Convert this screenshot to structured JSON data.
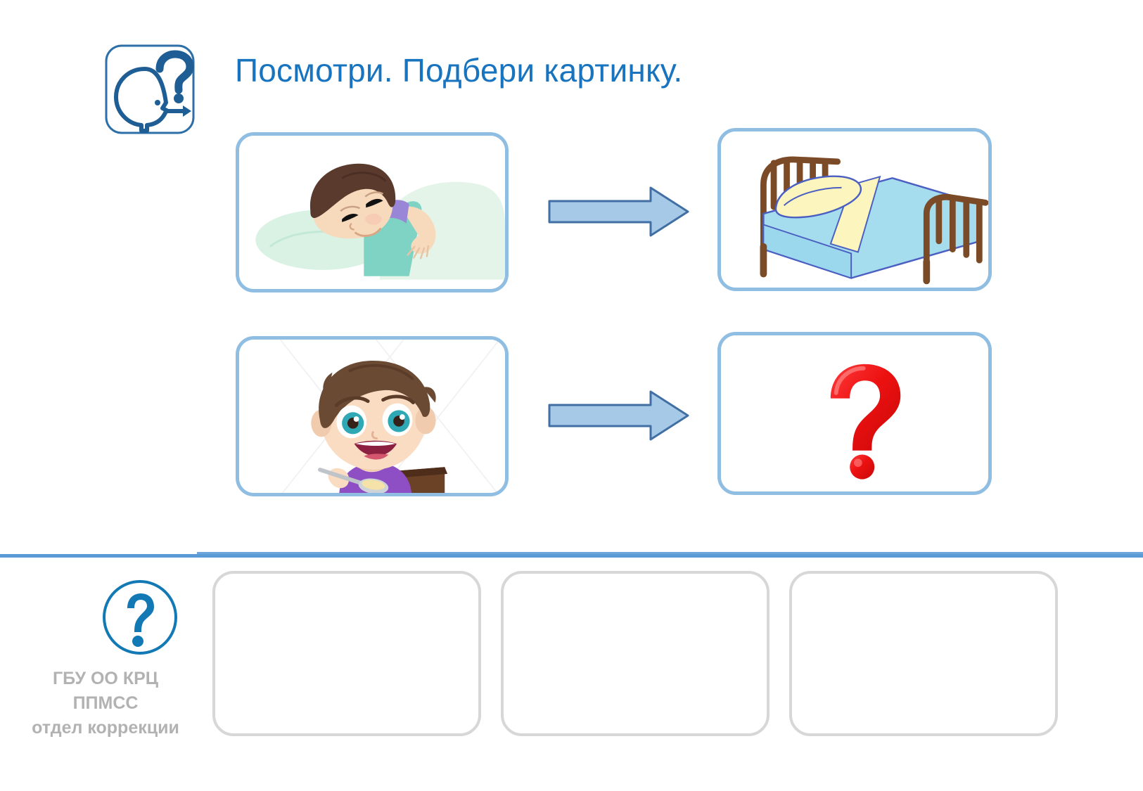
{
  "page": {
    "title": "Посмотри. Подбери картинку.",
    "background_color": "#FFFFFF",
    "title_color": "#1874BF",
    "card_border_color": "#8FBEE2",
    "arrow_fill_color": "#A6C9E8",
    "arrow_stroke_color": "#416FA4",
    "divider_color": "#5B9BD5",
    "slot_border_color": "#D7D7D7",
    "brand_color": "#B2B2B2",
    "logo_color": "#1379B5"
  },
  "task_icon": {
    "name": "look-and-think-icon",
    "description": "Профиль головы со знаком вопроса и стрелкой",
    "color": "#1E5E94"
  },
  "rows": [
    {
      "id": "row-1",
      "source": {
        "name": "sleeping-boy-picture",
        "alt": "Мальчик спит на подушке под одеялом",
        "colors": {
          "hair": "#5B3A2E",
          "skin": "#F7D9BC",
          "pillow": "#D9F2E4",
          "blanket": "#E4F4E8",
          "sheet": "#7FD3C4",
          "sleeve": "#9A86D6"
        }
      },
      "arrow": {
        "name": "arrow-right-row-1",
        "direction": "right"
      },
      "target": {
        "name": "bed-picture",
        "alt": "Кровать с голубым постельным бельём и жёлтой подушкой",
        "colors": {
          "frame": "#7B4A26",
          "bedding": "#A5DDEF",
          "pillow": "#FCF5BE",
          "outline": "#4A5FC1"
        }
      }
    },
    {
      "id": "row-2",
      "source": {
        "name": "eating-boy-picture",
        "alt": "Улыбающийся мальчик в фиолетовой кофте ест ложкой",
        "colors": {
          "hair": "#6B4A34",
          "skin": "#F9DCC2",
          "shirt": "#8E4FC4",
          "eyes": "#2FA8B5",
          "spoon": "#BFC4C9",
          "table": "#6B4226"
        }
      },
      "arrow": {
        "name": "arrow-right-row-2",
        "direction": "right"
      },
      "target": {
        "name": "red-question-mark",
        "alt": "Красный знак вопроса",
        "glyph": "?",
        "color": "#E81515"
      }
    }
  ],
  "answer_slots": [
    {
      "name": "answer-slot-1",
      "value": ""
    },
    {
      "name": "answer-slot-2",
      "value": ""
    },
    {
      "name": "answer-slot-3",
      "value": ""
    }
  ],
  "footer": {
    "logo": {
      "name": "question-mark-logo",
      "glyph": "?"
    },
    "lines": [
      "ГБУ ОО КРЦ",
      "ППМСС",
      "отдел коррекции"
    ]
  }
}
